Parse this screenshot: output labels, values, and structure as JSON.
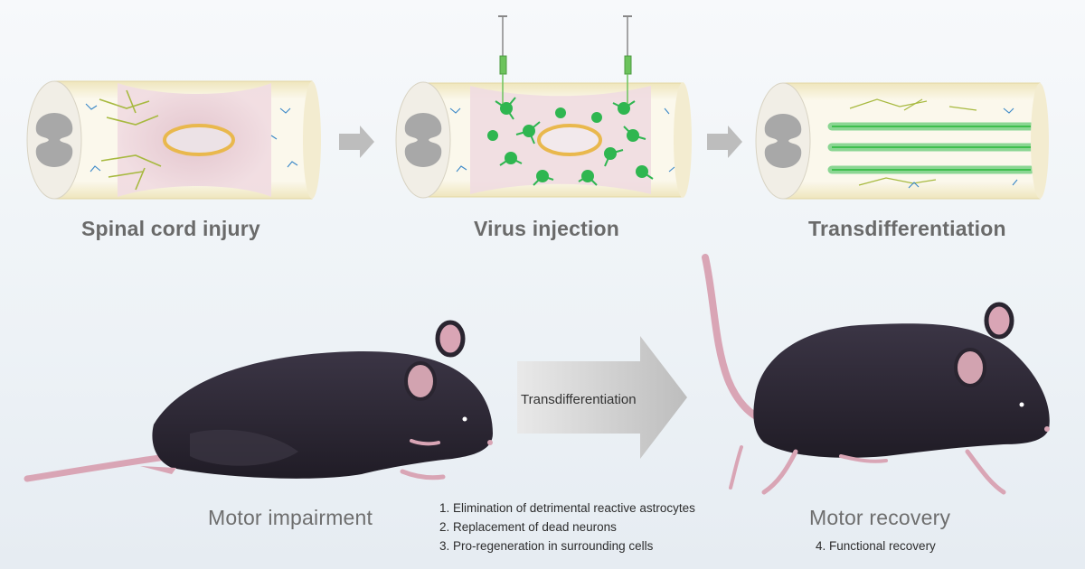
{
  "stages": [
    {
      "id": "injury",
      "label": "Spinal cord injury"
    },
    {
      "id": "injection",
      "label": "Virus injection"
    },
    {
      "id": "trans",
      "label": "Transdifferentiation"
    }
  ],
  "mice": {
    "left_label": "Motor impairment",
    "right_label": "Motor recovery"
  },
  "big_arrow_label": "Transdifferentiation",
  "outcomes_left": [
    "1. Elimination of detrimental reactive astrocytes",
    "2. Replacement of dead neurons",
    "3. Pro-regeneration in surrounding cells"
  ],
  "outcomes_right": [
    "4. Functional recovery"
  ],
  "colors": {
    "cord_white": "#f8f5e8",
    "cord_edge": "#e8dcaa",
    "lesion_pink": "#ead0d6",
    "grey_matter": "#a9a9a9",
    "astrocyte_green": "#3fc35a",
    "axon_green": "#6fd27a",
    "mouse_body": "#2a2530",
    "mouse_pink": "#d9a5b5",
    "arrow_grey": "#c3c3c3"
  }
}
